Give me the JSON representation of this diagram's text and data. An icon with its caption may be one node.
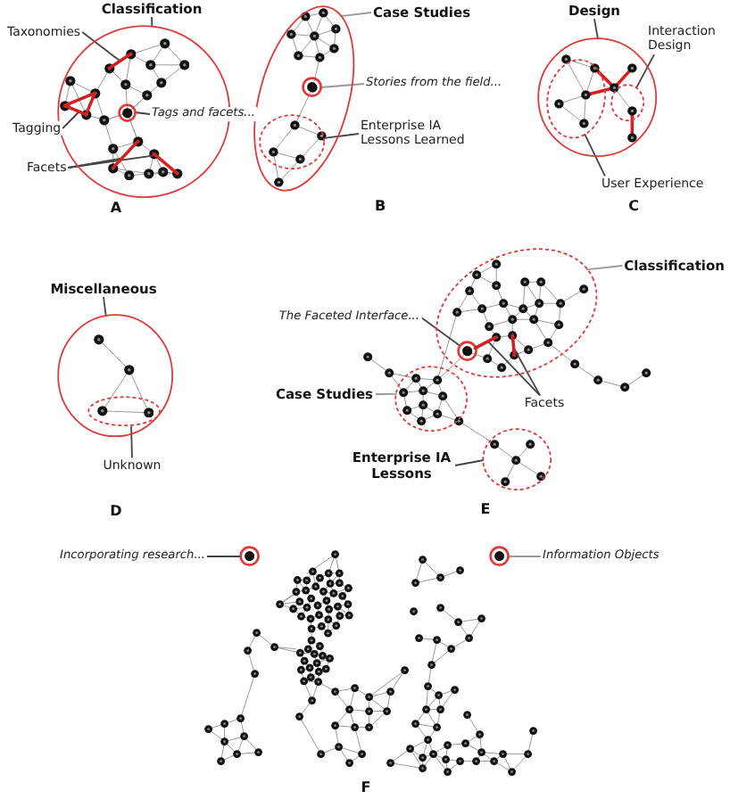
{
  "diagram": {
    "nodes": [
      {
        "text": [
          "Classification"
        ]
      },
      {
        "text": [],
        "shape": "circle"
      },
      {
        "text": [
          "Taxonomies"
        ]
      },
      {
        "text": [
          "Tags and facets..."
        ]
      },
      {
        "text": [],
        "shape": "circle",
        "in": 1
      },
      {
        "text": [
          "Tagging"
        ]
      },
      {
        "text": [
          "Facets"
        ]
      },
      {
        "text": [
          "Case Studies"
        ]
      },
      {
        "text": [],
        "shape": "ellipse"
      },
      {
        "text": [],
        "shape": "circle",
        "in": 8
      },
      {
        "text": [
          "Stories from the field..."
        ]
      },
      {
        "text": [],
        "shape": "ellipse",
        "in": 8
      },
      {
        "text": [
          "Enterprise IA Lessons Learned"
        ]
      },
      {
        "text": [
          "Design"
        ]
      },
      {
        "text": [],
        "shape": "circle"
      },
      {
        "text": [
          "Interaction Design"
        ]
      },
      {
        "text": [],
        "shape": "ellipse",
        "in": 14
      },
      {
        "text": [],
        "shape": "ellipse",
        "in": 14
      },
      {
        "text": [
          "User Experience"
        ]
      },
      {
        "text": [
          "Miscellaneous"
        ]
      },
      {
        "text": [],
        "shape": "ellipse"
      },
      {
        "text": [],
        "shape": "ellipse",
        "in": 20
      },
      {
        "text": [
          "Unknown"
        ]
      },
      {
        "text": [
          "Classification"
        ]
      },
      {
        "text": [],
        "shape": "ellipse"
      },
      {
        "text": [
          "The Faceted Interface..."
        ]
      },
      {
        "text": [],
        "shape": "circle",
        "in": 24
      },
      {
        "text": [
          "Case Studies"
        ]
      },
      {
        "text": [],
        "shape": "ellipse"
      },
      {
        "text": [
          "Facets"
        ]
      },
      {
        "text": [
          "Enterprise IA Lessons"
        ]
      },
      {
        "text": [],
        "shape": "ellipse"
      },
      {
        "text": [
          "Incorporating research..."
        ]
      },
      {
        "text": [],
        "shape": "circle"
      },
      {
        "text": [],
        "shape": "circle"
      },
      {
        "text": [
          "Information Objects"
        ]
      },
      {
        "text": [],
        "shape": "line",
        "in": 1
      },
      {
        "text": [],
        "shape": "triangle",
        "in": 1
      },
      {
        "text": [],
        "shape": "line",
        "in": 1
      },
      {
        "text": [],
        "shape": "line",
        "in": 1
      },
      {
        "text": [],
        "shape": "line",
        "in": 24
      },
      {
        "text": [],
        "shape": "line",
        "in": 24
      }
    ],
    "edges": [
      {
        "from": 0,
        "to": 1,
        "arrow": "none"
      },
      {
        "from": 2,
        "to": 36,
        "arrow": "none"
      },
      {
        "from": 3,
        "to": 4,
        "arrow": "none"
      },
      {
        "from": 5,
        "to": 37,
        "arrow": "none"
      },
      {
        "from": 6,
        "to": 38,
        "arrow": "none"
      },
      {
        "from": 6,
        "to": 39,
        "arrow": "none"
      },
      {
        "from": 7,
        "to": 8,
        "arrow": "none",
        "color": "#999999"
      },
      {
        "from": 10,
        "to": 9,
        "arrow": "none",
        "color": "#999999"
      },
      {
        "from": 12,
        "to": 11,
        "arrow": "none"
      },
      {
        "from": 13,
        "to": 14,
        "arrow": "none"
      },
      {
        "from": 15,
        "to": 17,
        "arrow": "none"
      },
      {
        "from": 18,
        "to": 16,
        "arrow": "none"
      },
      {
        "from": 19,
        "to": 20,
        "arrow": "none"
      },
      {
        "from": 22,
        "to": 21,
        "arrow": "none"
      },
      {
        "from": 23,
        "to": 24,
        "arrow": "none",
        "color": "#999999"
      },
      {
        "from": 25,
        "to": 26,
        "arrow": "none"
      },
      {
        "from": 27,
        "to": 28,
        "arrow": "none",
        "color": "#999999"
      },
      {
        "from": 29,
        "to": 40,
        "arrow": "none"
      },
      {
        "from": 29,
        "to": 41,
        "arrow": "none"
      },
      {
        "from": 30,
        "to": 31,
        "arrow": "none"
      },
      {
        "from": 32,
        "to": 33,
        "arrow": "none"
      },
      {
        "from": 35,
        "to": 34,
        "arrow": "none",
        "color": "#999999"
      }
    ],
    "labels": [
      "A",
      "B",
      "C",
      "D",
      "E",
      "F"
    ]
  }
}
